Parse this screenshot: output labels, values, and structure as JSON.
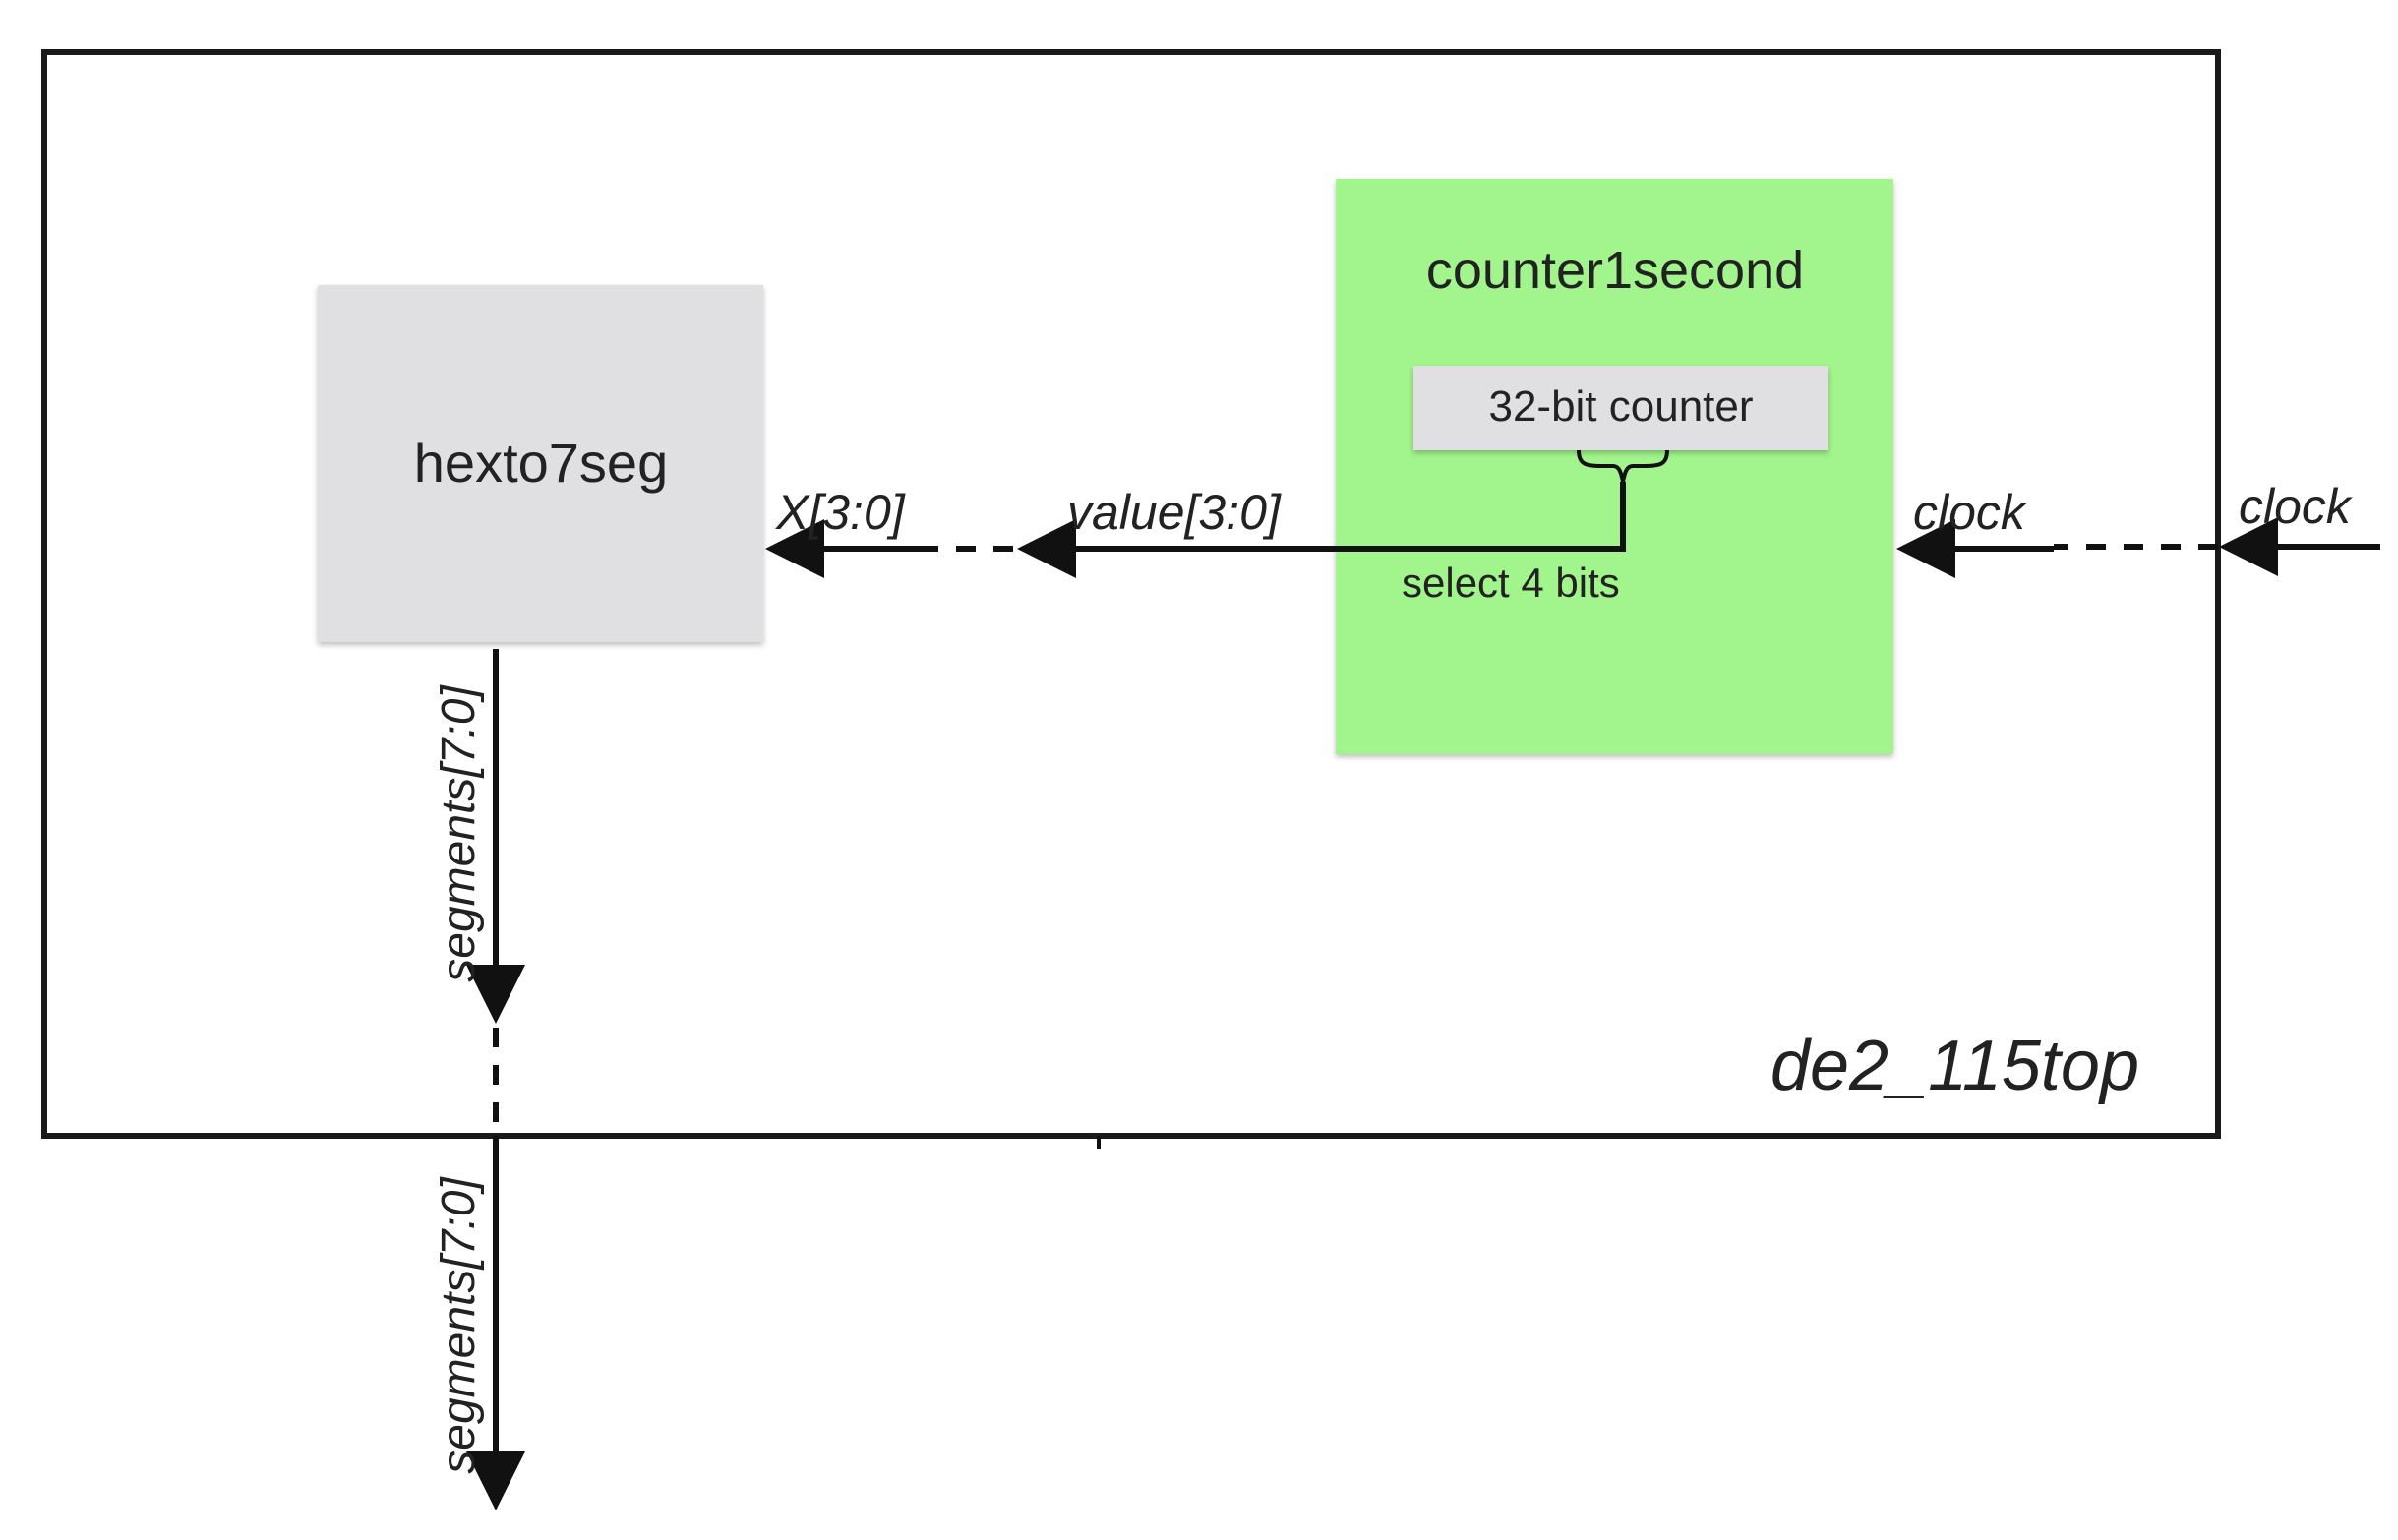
{
  "top_module": {
    "name": "de2_115top"
  },
  "modules": {
    "hexto7seg": {
      "name": "hexto7seg",
      "color": "#e0e0e2"
    },
    "counter1second": {
      "name": "counter1second",
      "color": "#a2f58c"
    },
    "counter": {
      "name": "32-bit counter",
      "color": "#e0e0e2"
    }
  },
  "signals": {
    "clock_external": "clock",
    "clock_internal": "clock",
    "value": "value[3:0]",
    "x_input": "X[3:0]",
    "select_note": "select 4 bits",
    "segments_internal": "segments[7:0]",
    "segments_external": "segments[7:0]"
  },
  "colors": {
    "wire": "#111111",
    "border": "#1a1a1a",
    "text": "#222222"
  }
}
